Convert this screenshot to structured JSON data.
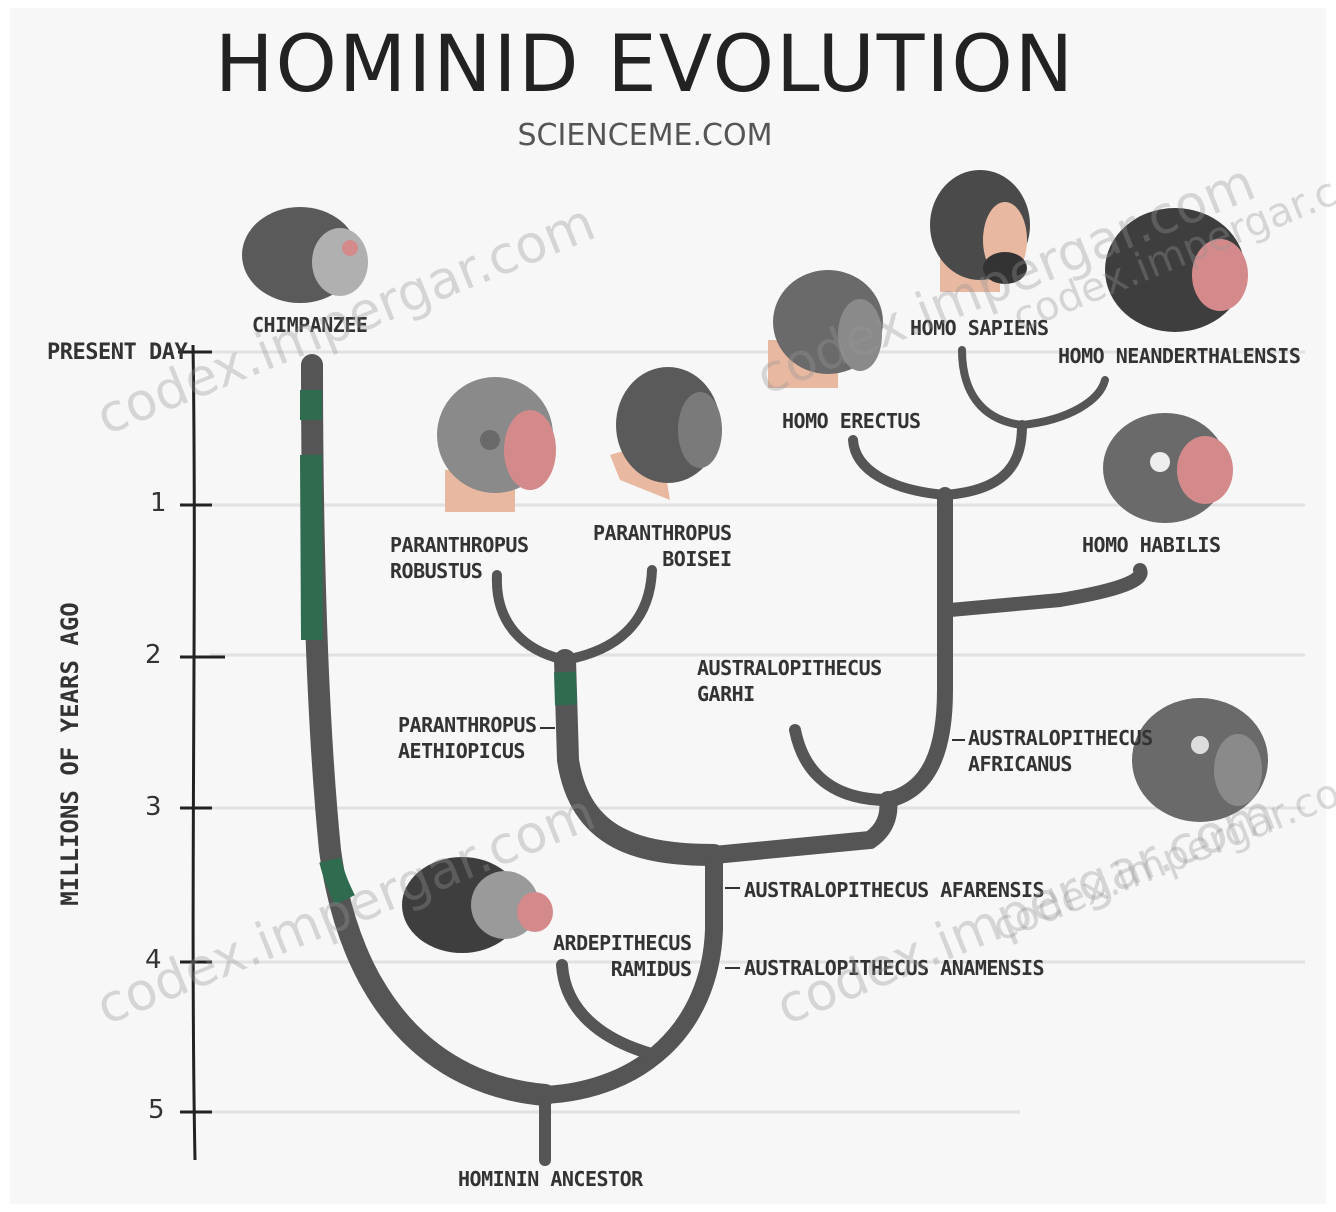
{
  "title": "HOMINID EVOLUTION",
  "subtitle": "SCIENCEME.COM",
  "axis": {
    "label": "MILLIONS OF YEARS AGO",
    "ticks": [
      "PRESENT DAY",
      "1",
      "2",
      "3",
      "4",
      "5"
    ]
  },
  "species": {
    "chimpanzee": "CHIMPANZEE",
    "homo_sapiens": "HOMO SAPIENS",
    "homo_neanderthalensis": "HOMO NEANDERTHALENSIS",
    "homo_erectus": "HOMO ERECTUS",
    "homo_habilis": "HOMO HABILIS",
    "paranthropus_robustus": [
      "PARANTHROPUS",
      "ROBUSTUS"
    ],
    "paranthropus_boisei": [
      "PARANTHROPUS",
      "BOISEI"
    ],
    "australopithecus_garhi": [
      "AUSTRALOPITHECUS",
      "GARHI"
    ],
    "paranthropus_aethiopicus": [
      "PARANTHROPUS",
      "AETHIOPICUS"
    ],
    "australopithecus_africanus": [
      "AUSTRALOPITHECUS",
      "AFRICANUS"
    ],
    "australopithecus_afarensis": "AUSTRALOPITHECUS AFARENSIS",
    "ardepithecus_ramidus": [
      "ARDEPITHECUS",
      "RAMIDUS"
    ],
    "australopithecus_anamensis": "AUSTRALOPITHECUS ANAMENSIS",
    "hominin_ancestor": "HOMININ ANCESTOR"
  },
  "watermarks": [
    "codex.impergar.com",
    "codex.impergar.com",
    "codex.impergar.com",
    "codex.impergar.com",
    "codex.impergar.com",
    "codex.impergar.com"
  ],
  "colors": {
    "branch": "#555555",
    "highlight": "#2e6b4f",
    "head": "#5a5a5a",
    "skin": "#e8b9a0",
    "face": "#d48a8a"
  }
}
